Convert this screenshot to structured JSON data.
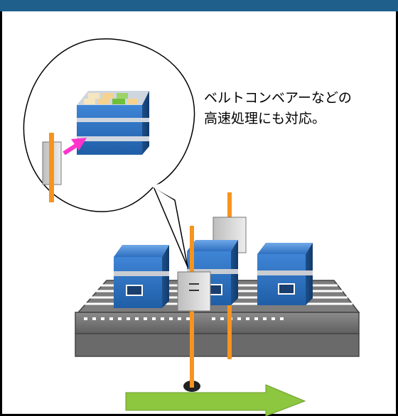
{
  "caption": {
    "line1": "ベルトコンベアーなどの",
    "line2": "高速処理にも対応。"
  },
  "colors": {
    "header": "#1f5f8b",
    "box_blue": "#2f6fc0",
    "sensor_pole": "#f7941d",
    "arrow_green": "#8dc63f",
    "pointer_pink": "#ff33cc",
    "conveyor_gray": "#9a9a9a"
  },
  "icons": {
    "zoom_bubble": "magnifier-callout",
    "sensor": "gate-sensor",
    "direction": "right-arrow"
  }
}
